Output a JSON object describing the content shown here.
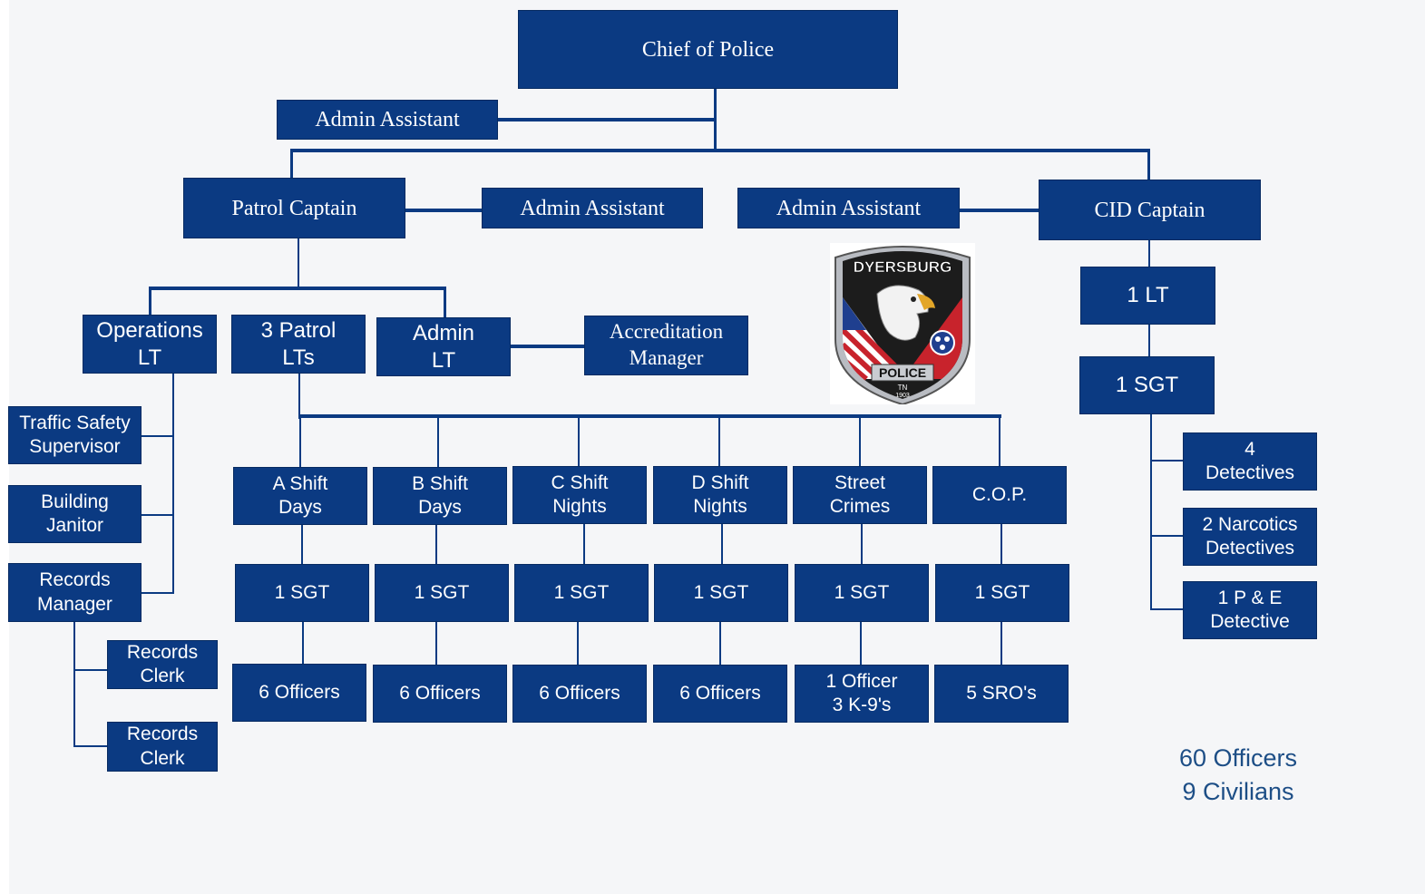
{
  "org": {
    "chief": "Chief of Police",
    "admin_assistant_top": "Admin Assistant",
    "patrol_captain": "Patrol Captain",
    "admin_assistant_patrol": "Admin Assistant",
    "admin_assistant_cid": "Admin Assistant",
    "cid_captain": "CID Captain",
    "operations_lt": [
      "Operations",
      "LT"
    ],
    "patrol_lts": [
      "3 Patrol",
      "LTs"
    ],
    "admin_lt": [
      "Admin",
      "LT"
    ],
    "accreditation_manager": [
      "Accreditation",
      "Manager"
    ],
    "traffic_safety_supervisor": [
      "Traffic Safety",
      "Supervisor"
    ],
    "building_janitor": [
      "Building",
      "Janitor"
    ],
    "records_manager": [
      "Records",
      "Manager"
    ],
    "records_clerk_1": [
      "Records",
      "Clerk"
    ],
    "records_clerk_2": [
      "Records",
      "Clerk"
    ],
    "shifts": [
      {
        "unit": [
          "A Shift",
          "Days"
        ],
        "sgt": "1 SGT",
        "staff": [
          "6 Officers"
        ]
      },
      {
        "unit": [
          "B Shift",
          "Days"
        ],
        "sgt": "1 SGT",
        "staff": [
          "6 Officers"
        ]
      },
      {
        "unit": [
          "C Shift",
          "Nights"
        ],
        "sgt": "1 SGT",
        "staff": [
          "6 Officers"
        ]
      },
      {
        "unit": [
          "D Shift",
          "Nights"
        ],
        "sgt": "1 SGT",
        "staff": [
          "6 Officers"
        ]
      },
      {
        "unit": [
          "Street",
          "Crimes"
        ],
        "sgt": "1 SGT",
        "staff": [
          "1 Officer",
          "3 K-9's"
        ]
      },
      {
        "unit": [
          "C.O.P."
        ],
        "sgt": "1 SGT",
        "staff": [
          "5 SRO's"
        ]
      }
    ],
    "cid_lt": "1 LT",
    "cid_sgt": "1 SGT",
    "cid_units": [
      [
        "4",
        "Detectives"
      ],
      [
        "2 Narcotics",
        "Detectives"
      ],
      [
        "1 P & E",
        "Detective"
      ]
    ]
  },
  "logo": {
    "top_text": "DYERSBURG",
    "banner_text": "POLICE",
    "bottom_text": "TN",
    "year": "1903"
  },
  "totals": {
    "officers": "60 Officers",
    "civilians": "9 Civilians"
  }
}
